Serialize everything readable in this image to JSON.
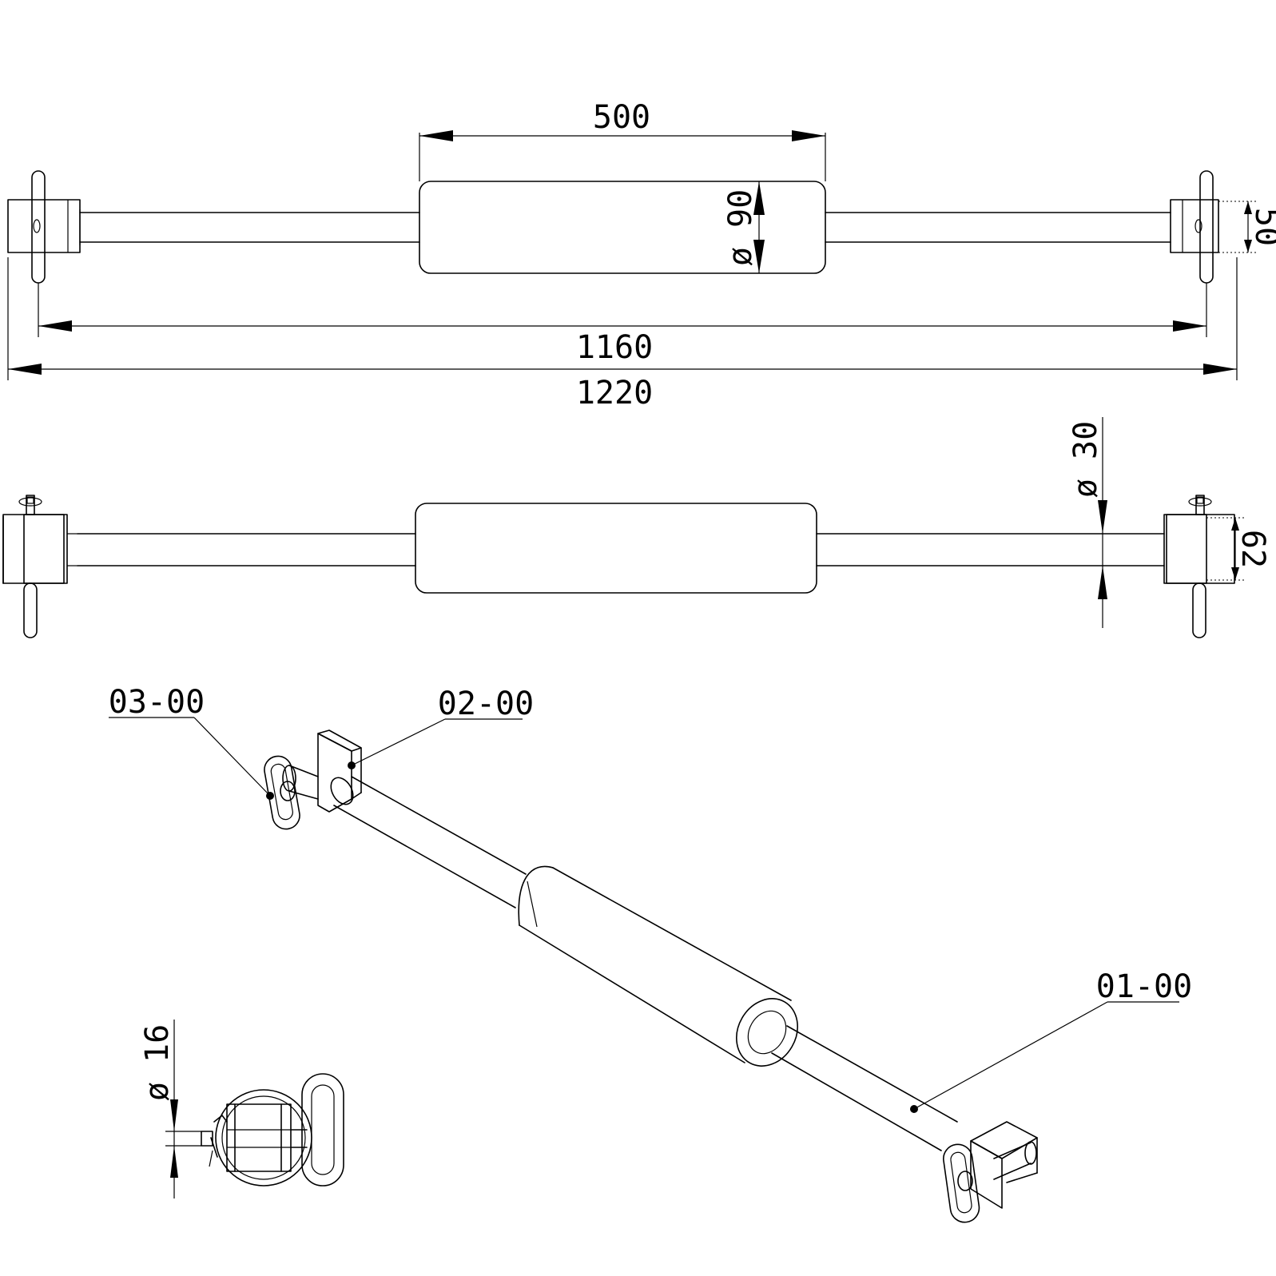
{
  "dimensions": {
    "cushion_length": "500",
    "cushion_diameter": "ø 90",
    "bracket_height": "50",
    "pin_span": "1160",
    "overall_length": "1220",
    "bar_diameter": "ø 30",
    "bracket_width": "62",
    "pin_diameter": "ø 16"
  },
  "part_labels": {
    "clip": "03-00",
    "bracket": "02-00",
    "bar": "01-00"
  }
}
